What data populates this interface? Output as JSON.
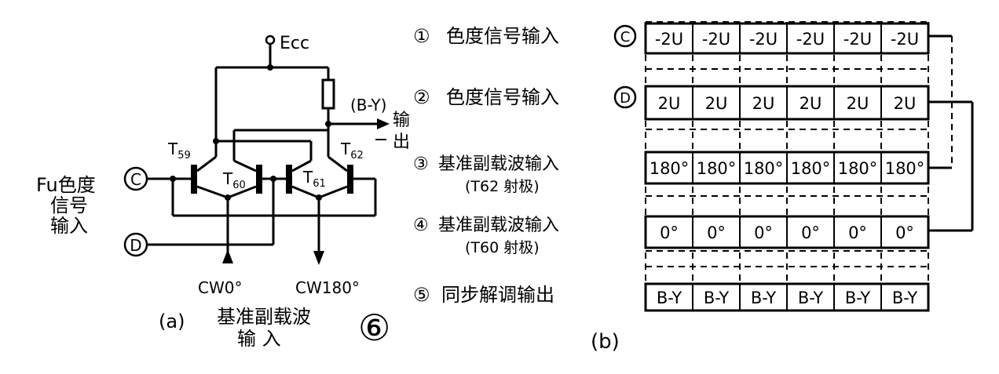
{
  "circuit": {
    "supply_label": "Ecc",
    "transistors": [
      "T59",
      "T60",
      "T61",
      "T62"
    ],
    "output_label": "(B-Y)",
    "output_word": "输出",
    "input_c": "C",
    "input_d": "D",
    "input_title": "Fu色度信号输入",
    "ref_left": "CW0°",
    "ref_right": "CW180°",
    "caption_a": "(a)",
    "caption_text_1": "基准副载波",
    "caption_text_2": "输 入",
    "figure_number": "⑥"
  },
  "timing": {
    "rows": [
      {
        "index": "①",
        "label": "色度信号输入",
        "terminal": "C",
        "sublabel": "",
        "cells": [
          "-2U",
          "-2U",
          "-2U",
          "-2U",
          "-2U",
          "-2U"
        ]
      },
      {
        "index": "②",
        "label": "色度信号输入",
        "terminal": "D",
        "sublabel": "",
        "cells": [
          "2U",
          "2U",
          "2U",
          "2U",
          "2U",
          "2U"
        ]
      },
      {
        "index": "③",
        "label": "基准副载波输入",
        "terminal": "",
        "sublabel": "(T62 射极)",
        "cells": [
          "180°",
          "180°",
          "180°",
          "180°",
          "180°",
          "180°"
        ]
      },
      {
        "index": "④",
        "label": "基准副载波输入",
        "terminal": "",
        "sublabel": "(T60 射极)",
        "cells": [
          "0°",
          "0°",
          "0°",
          "0°",
          "0°",
          "0°"
        ]
      },
      {
        "index": "⑤",
        "label": "同步解调输出",
        "terminal": "",
        "sublabel": "",
        "cells": [
          "B-Y",
          "B-Y",
          "B-Y",
          "B-Y",
          "B-Y",
          "B-Y"
        ]
      }
    ],
    "caption_b": "(b)"
  }
}
